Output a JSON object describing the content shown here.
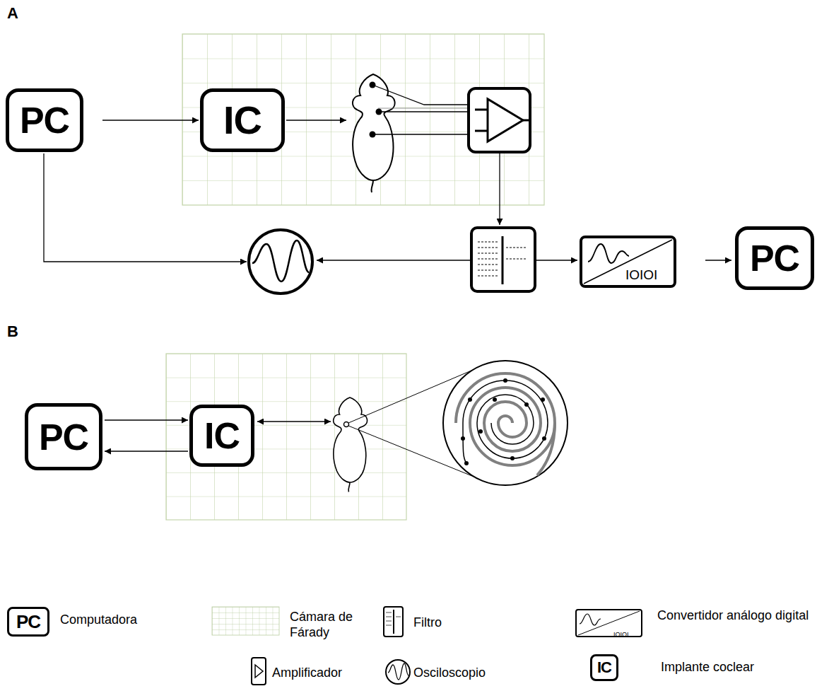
{
  "diagram": {
    "nodes": [
      {
        "text": [
          "PC"
        ]
      },
      {
        "text": [
          "IC"
        ]
      },
      {
        "text": [
          "PC"
        ]
      },
      {
        "text": [
          "PC"
        ]
      },
      {
        "text": [
          "IC"
        ]
      }
    ],
    "edges": [
      {
        "from": 0,
        "to": 1,
        "arrow": "to"
      },
      {
        "from": 3,
        "to": 4,
        "arrow": "to"
      },
      {
        "from": 4,
        "to": 3,
        "arrow": "to"
      }
    ],
    "labels": [
      "A",
      "B",
      "IOIOI",
      "PC",
      "IOIOI",
      "IC"
    ],
    "legend": [
      {
        "text": "Computadora"
      },
      {
        "text": "Cámara de Fárady"
      },
      {
        "text": "Filtro"
      },
      {
        "text": "Convertidor análogo digital"
      },
      {
        "text": "Amplificador"
      },
      {
        "text": "Osciloscopio"
      },
      {
        "text": "Implante coclear"
      }
    ]
  }
}
